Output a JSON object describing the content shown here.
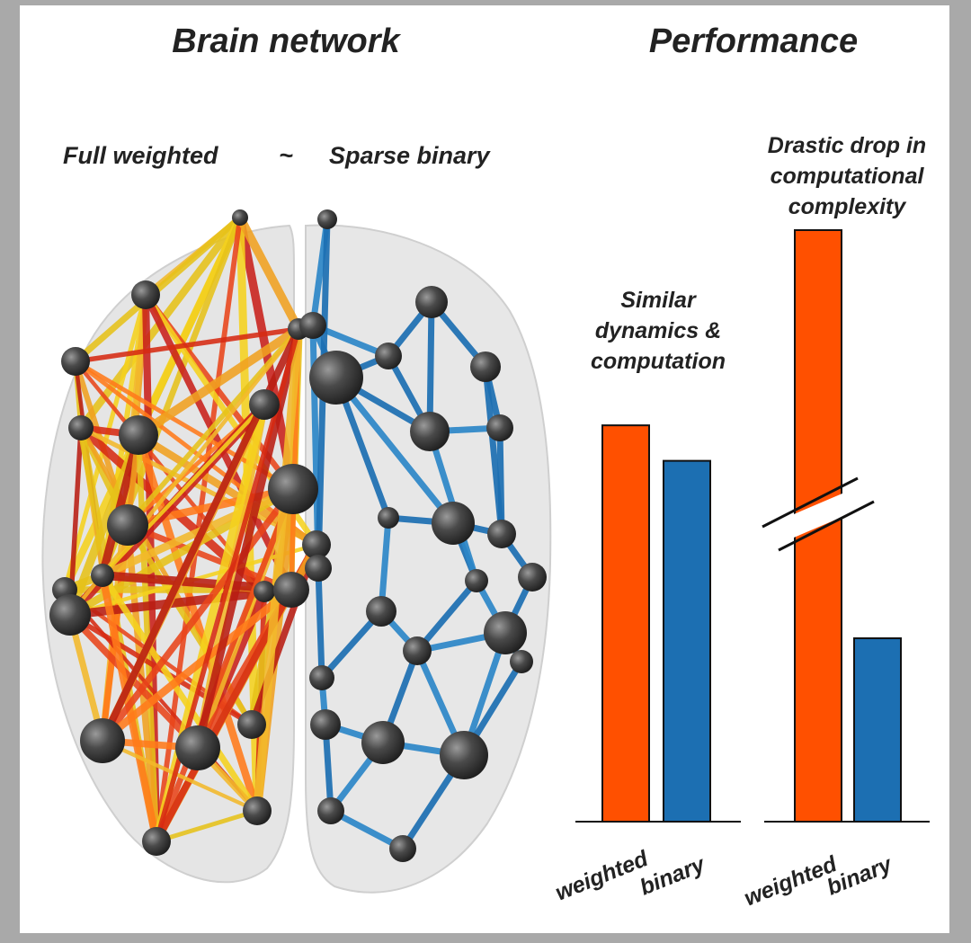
{
  "titles": {
    "left": "Brain network",
    "right": "Performance"
  },
  "network": {
    "left_label": "Full weighted",
    "separator": "~",
    "right_label": "Sparse binary"
  },
  "panels": [
    {
      "annotation": [
        "Similar",
        "dynamics &",
        "computation"
      ],
      "bars": [
        {
          "label": "weighted",
          "value": 0.67,
          "color": "#ff5000"
        },
        {
          "label": "binary",
          "value": 0.61,
          "color": "#1c6fb2"
        }
      ]
    },
    {
      "annotation": [
        "Drastic drop in",
        "computational",
        "complexity"
      ],
      "axis_break": true,
      "bars": [
        {
          "label": "weighted",
          "value": 1.0,
          "color": "#ff5000"
        },
        {
          "label": "binary",
          "value": 0.31,
          "color": "#1c6fb2"
        }
      ]
    }
  ],
  "colors": {
    "weighted": "#ff5000",
    "binary": "#1c6fb2",
    "node": "#404040",
    "brain": "#e4e4e4",
    "frame": "#a9a9a9"
  }
}
